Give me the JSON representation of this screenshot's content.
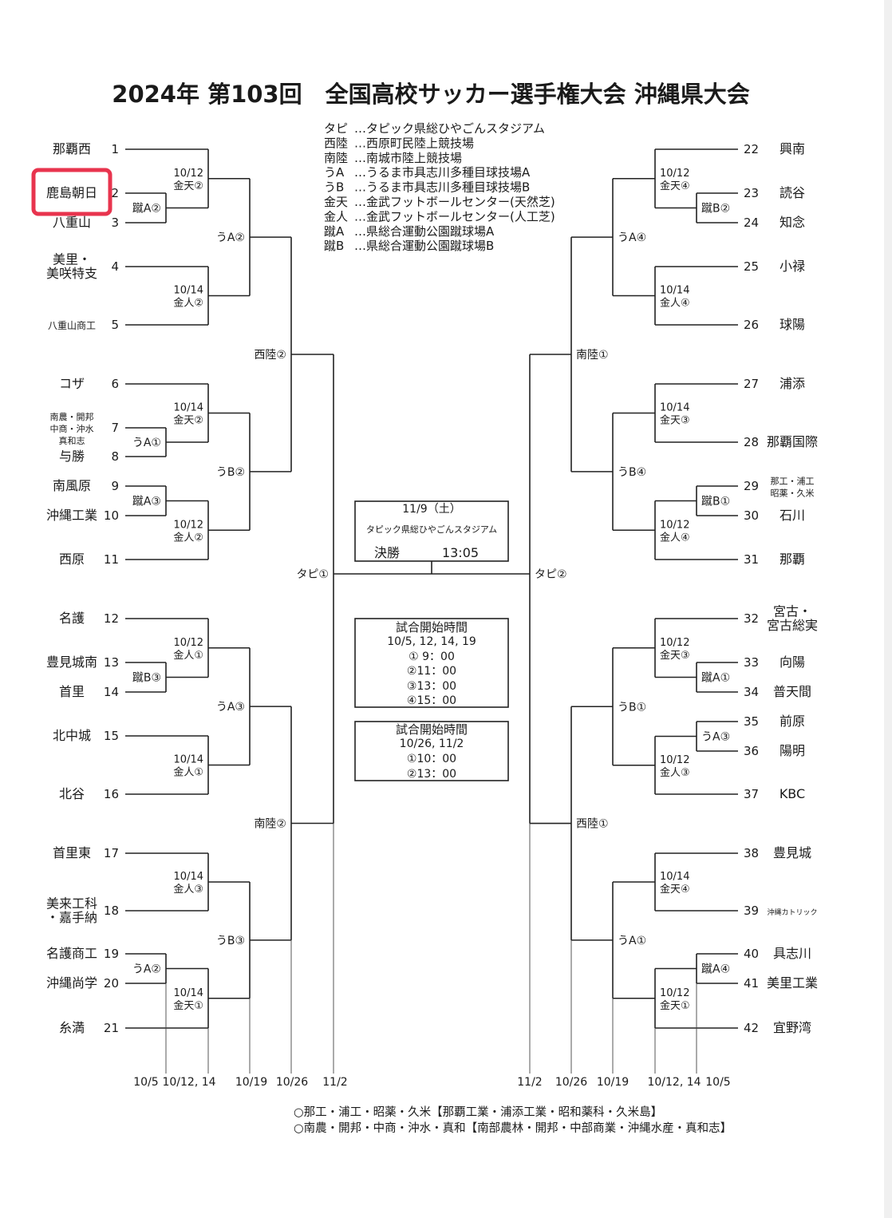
{
  "title": "2024年 第103回　全国高校サッカー選手権大会 沖縄県大会",
  "highlight_color": "#e8344e",
  "legend": [
    {
      "abbr": "タピ",
      "text": "…タピック県総ひやごんスタジアム"
    },
    {
      "abbr": "西陸",
      "text": "…西原町民陸上競技場"
    },
    {
      "abbr": "南陸",
      "text": "…南城市陸上競技場"
    },
    {
      "abbr": "うA",
      "text": "…うるま市具志川多種目球技場A"
    },
    {
      "abbr": "うB",
      "text": "…うるま市具志川多種目球技場B"
    },
    {
      "abbr": "金天",
      "text": "…金武フットボールセンター(天然芝)"
    },
    {
      "abbr": "金人",
      "text": "…金武フットボールセンター(人工芝)"
    },
    {
      "abbr": "蹴A",
      "text": "…県総合運動公園蹴球場A"
    },
    {
      "abbr": "蹴B",
      "text": "…県総合運動公園蹴球場B"
    }
  ],
  "teams_left": [
    {
      "num": "1",
      "name": [
        "那覇西"
      ]
    },
    {
      "num": "2",
      "name": [
        "鹿島朝日"
      ]
    },
    {
      "num": "3",
      "name": [
        "八重山"
      ]
    },
    {
      "num": "4",
      "name": [
        "美里・",
        "美咲特支"
      ]
    },
    {
      "num": "5",
      "name": [
        "八重山商工"
      ]
    },
    {
      "num": "6",
      "name": [
        "コザ"
      ]
    },
    {
      "num": "7",
      "name": [
        "南農・開邦",
        "中商・沖水",
        "真和志"
      ]
    },
    {
      "num": "8",
      "name": [
        "与勝"
      ]
    },
    {
      "num": "9",
      "name": [
        "南風原"
      ]
    },
    {
      "num": "10",
      "name": [
        "沖縄工業"
      ]
    },
    {
      "num": "11",
      "name": [
        "西原"
      ]
    },
    {
      "num": "12",
      "name": [
        "名護"
      ]
    },
    {
      "num": "13",
      "name": [
        "豊見城南"
      ]
    },
    {
      "num": "14",
      "name": [
        "首里"
      ]
    },
    {
      "num": "15",
      "name": [
        "北中城"
      ]
    },
    {
      "num": "16",
      "name": [
        "北谷"
      ]
    },
    {
      "num": "17",
      "name": [
        "首里東"
      ]
    },
    {
      "num": "18",
      "name": [
        "美来工科",
        "・嘉手納"
      ]
    },
    {
      "num": "19",
      "name": [
        "名護商工"
      ]
    },
    {
      "num": "20",
      "name": [
        "沖縄尚学"
      ]
    },
    {
      "num": "21",
      "name": [
        "糸満"
      ]
    }
  ],
  "teams_right": [
    {
      "num": "22",
      "name": [
        "興南"
      ]
    },
    {
      "num": "23",
      "name": [
        "読谷"
      ]
    },
    {
      "num": "24",
      "name": [
        "知念"
      ]
    },
    {
      "num": "25",
      "name": [
        "小禄"
      ]
    },
    {
      "num": "26",
      "name": [
        "球陽"
      ]
    },
    {
      "num": "27",
      "name": [
        "浦添"
      ]
    },
    {
      "num": "28",
      "name": [
        "那覇国際"
      ]
    },
    {
      "num": "29",
      "name": [
        "那工・浦工",
        "昭薬・久米"
      ]
    },
    {
      "num": "30",
      "name": [
        "石川"
      ]
    },
    {
      "num": "31",
      "name": [
        "那覇"
      ]
    },
    {
      "num": "32",
      "name": [
        "宮古・",
        "宮古総実"
      ]
    },
    {
      "num": "33",
      "name": [
        "向陽"
      ]
    },
    {
      "num": "34",
      "name": [
        "普天間"
      ]
    },
    {
      "num": "35",
      "name": [
        "前原"
      ]
    },
    {
      "num": "36",
      "name": [
        "陽明"
      ]
    },
    {
      "num": "37",
      "name": [
        "KBC"
      ]
    },
    {
      "num": "38",
      "name": [
        "豊見城"
      ]
    },
    {
      "num": "39",
      "name": [
        "沖縄カトリック"
      ]
    },
    {
      "num": "40",
      "name": [
        "具志川"
      ]
    },
    {
      "num": "41",
      "name": [
        "美里工業"
      ]
    },
    {
      "num": "42",
      "name": [
        "宜野湾"
      ]
    }
  ],
  "matches_left": [
    {
      "venue": "蹴A②"
    },
    {
      "date": "10/12",
      "venue": "金天②"
    },
    {
      "date": "10/14",
      "venue": "金人②"
    },
    {
      "venue": "うA②"
    },
    {
      "venue": "うA①"
    },
    {
      "date": "10/14",
      "venue": "金天②"
    },
    {
      "venue": "蹴A③"
    },
    {
      "date": "10/12",
      "venue": "金人②"
    },
    {
      "venue": "うB②"
    },
    {
      "venue": "西陸②"
    },
    {
      "venue": "蹴B③"
    },
    {
      "date": "10/12",
      "venue": "金人①"
    },
    {
      "date": "10/14",
      "venue": "金人①"
    },
    {
      "venue": "うA③"
    },
    {
      "date": "10/14",
      "venue": "金人③"
    },
    {
      "venue": "うA②"
    },
    {
      "date": "10/14",
      "venue": "金天①"
    },
    {
      "venue": "うB③"
    },
    {
      "venue": "南陸②"
    },
    {
      "venue": "タピ①"
    }
  ],
  "matches_right": [
    {
      "venue": "蹴B②"
    },
    {
      "date": "10/12",
      "venue": "金天④"
    },
    {
      "date": "10/14",
      "venue": "金人④"
    },
    {
      "venue": "うA④"
    },
    {
      "date": "10/14",
      "venue": "金天③"
    },
    {
      "venue": "蹴B①"
    },
    {
      "date": "10/12",
      "venue": "金人④"
    },
    {
      "venue": "うB④"
    },
    {
      "venue": "南陸①"
    },
    {
      "venue": "蹴A①"
    },
    {
      "date": "10/12",
      "venue": "金天③"
    },
    {
      "venue": "うA③"
    },
    {
      "date": "10/12",
      "venue": "金人③"
    },
    {
      "venue": "うB①"
    },
    {
      "date": "10/14",
      "venue": "金天④"
    },
    {
      "venue": "蹴A④"
    },
    {
      "date": "10/12",
      "venue": "金天①"
    },
    {
      "venue": "うA①"
    },
    {
      "venue": "西陸①"
    },
    {
      "venue": "タピ②"
    }
  ],
  "final": {
    "date": "11/9（土）",
    "venue": "タピック県総ひやごんスタジアム",
    "label": "決勝",
    "time": "13:05"
  },
  "schedule1": {
    "title": "試合開始時間",
    "dates": "10/5, 12, 14, 19",
    "times": [
      "①  9：00",
      "②11：00",
      "③13：00",
      "④15：00"
    ]
  },
  "schedule2": {
    "title": "試合開始時間",
    "dates": "10/26, 11/2",
    "times": [
      "①10：00",
      "②13：00"
    ]
  },
  "round_dates_left": [
    "10/5",
    "10/12, 14",
    "10/19",
    "10/26",
    "11/2"
  ],
  "round_dates_right": [
    "11/2",
    "10/26",
    "10/19",
    "10/12, 14",
    "10/5"
  ],
  "footnotes": [
    "○那工・浦工・昭薬・久米【那覇工業・浦添工業・昭和薬科・久米島】",
    "○南農・開邦・中商・沖水・真和【南部農林・開邦・中部商業・沖縄水産・真和志】"
  ]
}
